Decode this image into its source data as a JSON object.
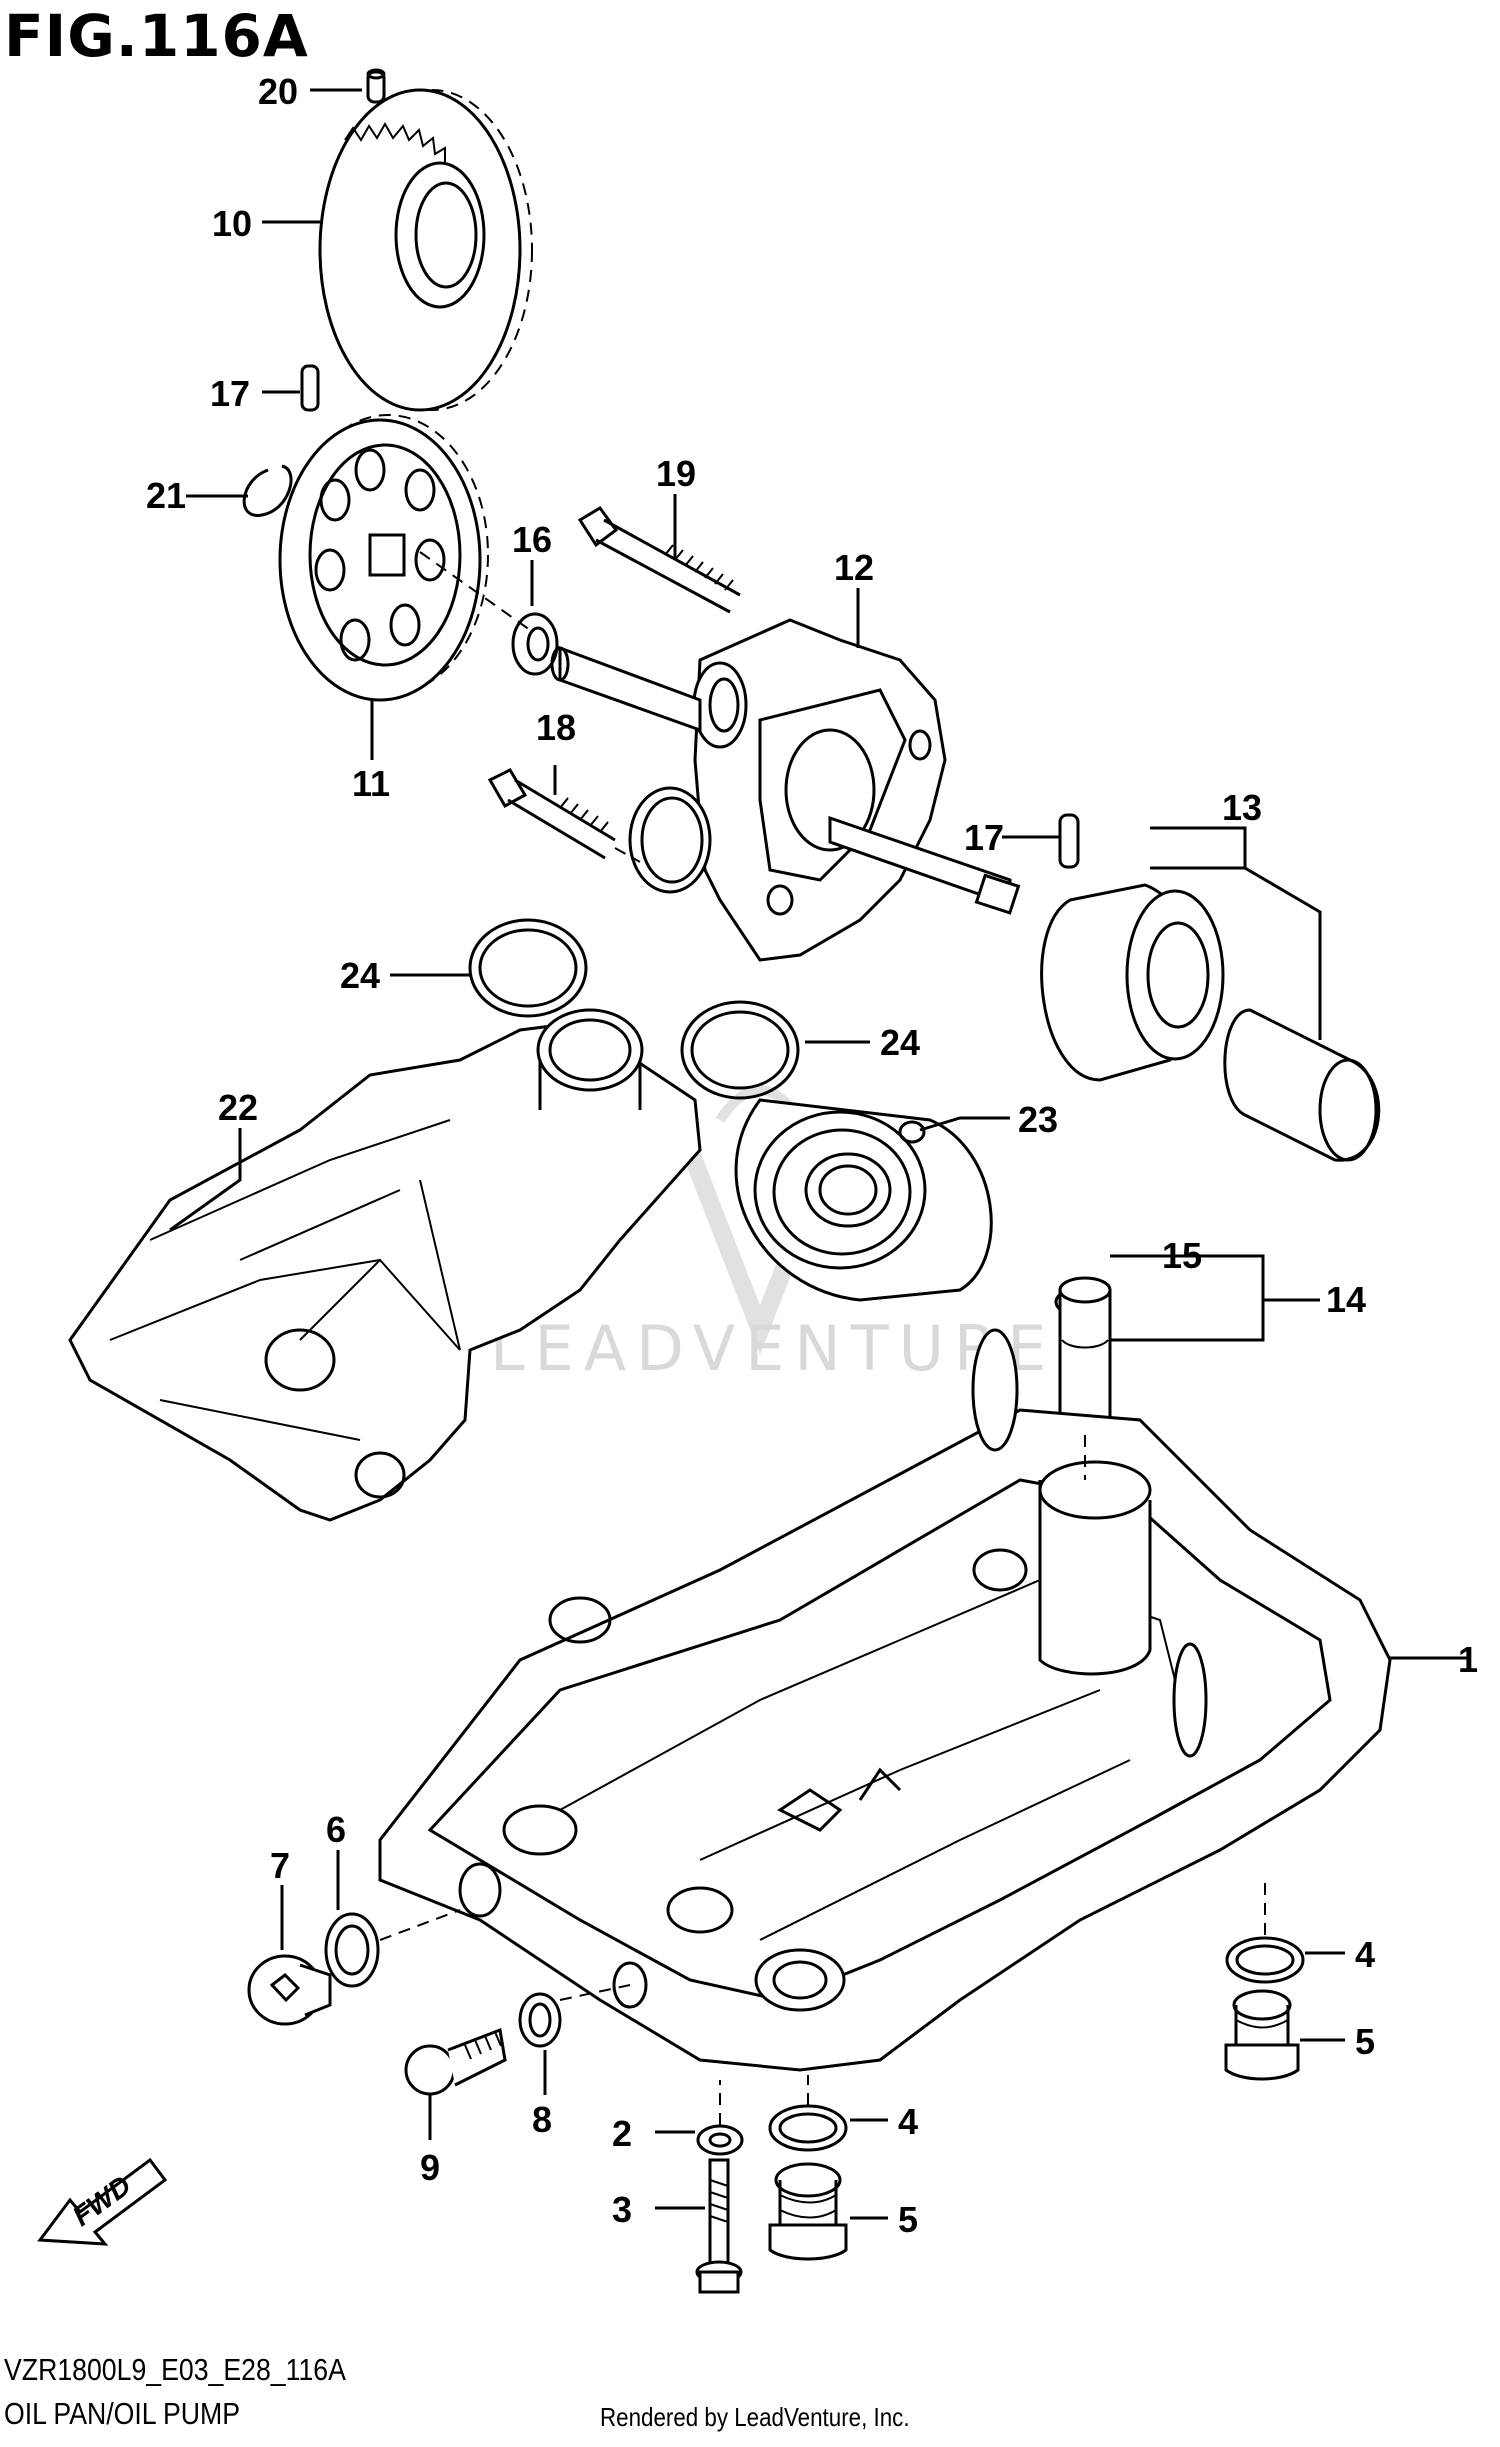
{
  "figure": {
    "title": "FIG.116A",
    "code": "VZR1800L9_E03_E28_116A",
    "name": "OIL PAN/OIL PUMP",
    "rendered_by": "Rendered by LeadVenture, Inc.",
    "watermark": "LEADVENTURE",
    "fwd_label": "FWD"
  },
  "callouts": {
    "c1": "1",
    "c2": "2",
    "c3": "3",
    "c4a": "4",
    "c4b": "4",
    "c5a": "5",
    "c5b": "5",
    "c6": "6",
    "c7": "7",
    "c8": "8",
    "c9": "9",
    "c10": "10",
    "c11": "11",
    "c12": "12",
    "c13": "13",
    "c14": "14",
    "c15": "15",
    "c16": "16",
    "c17a": "17",
    "c17b": "17",
    "c18": "18",
    "c19": "19",
    "c20": "20",
    "c21": "21",
    "c22": "22",
    "c23": "23",
    "c24a": "24",
    "c24b": "24"
  }
}
